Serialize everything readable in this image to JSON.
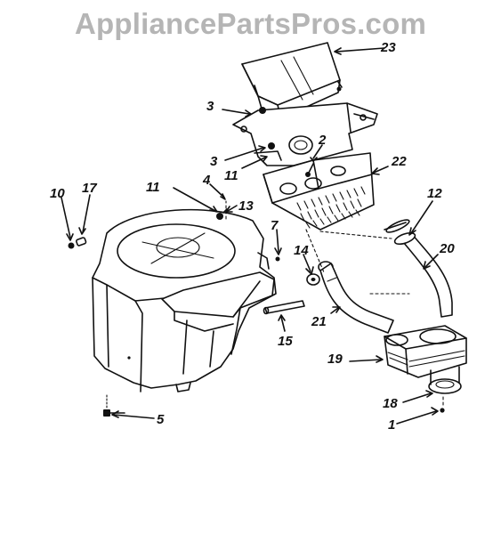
{
  "watermark": "AppliancePartsPros.com",
  "callouts": {
    "c1": "1",
    "c2": "2",
    "c3a": "3",
    "c3b": "3",
    "c4": "4",
    "c5": "5",
    "c7": "7",
    "c10": "10",
    "c11a": "11",
    "c11b": "11",
    "c12": "12",
    "c13": "13",
    "c14": "14",
    "c15": "15",
    "c17": "17",
    "c18": "18",
    "c19": "19",
    "c20": "20",
    "c21": "21",
    "c22": "22",
    "c23": "23"
  }
}
